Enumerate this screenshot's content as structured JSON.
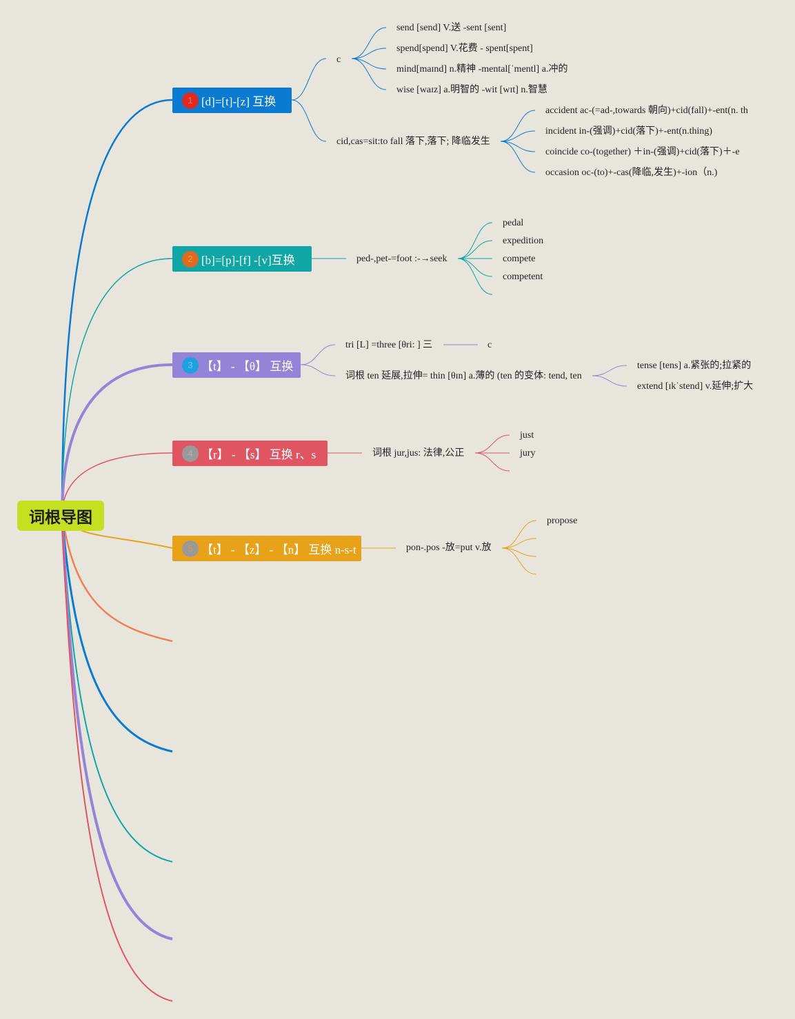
{
  "central": {
    "title": "词根导图"
  },
  "branches": [
    {
      "badge": "1",
      "label": "[d]=[t]-[z] 互换",
      "color": "#0b7ad1",
      "badge_color": "#e02a1f",
      "subtopics": [
        {
          "label": "c",
          "children": [
            "send [send] V.送 -sent [sent]",
            "spend[spend] V.花费 - spent[spent]",
            "mind[maɪnd] n.精神 -mental[ˈmentl] a.冲的",
            "wise [waɪz] a.明智的 -wit [wɪt] n.智慧"
          ]
        },
        {
          "label": "cid,cas=sit:to fall 落下,落下; 降临发生",
          "children": [
            "accident ac-(=ad-,towards 朝向)+cid(fall)+-ent(n. th",
            "incident in-(强调)+cid(落下)+-ent(n.thing)",
            "coincide co-(together) ＋in-(强调)+cid(落下)＋-e",
            "occasion oc-(to)+-cas(降临,发生)+-ion（n.)"
          ]
        }
      ]
    },
    {
      "badge": "2",
      "label": "[b]=[p]-[f] -[v]互换",
      "color": "#11a6a6",
      "badge_color": "#e0681f",
      "subtopics": [
        {
          "label": "ped-,pet-=foot :-→seek",
          "children": [
            "pedal",
            "expedition",
            "compete",
            "competent"
          ]
        }
      ]
    },
    {
      "badge": "3",
      "label": "【t】 - 【θ】 互换",
      "color": "#9484d8",
      "badge_color": "#1fa0e0",
      "subtopics": [
        {
          "label": "tri [L] =three [θri: ] 三",
          "children": [
            "c"
          ]
        },
        {
          "label": "词根 ten 延展,拉伸= thin [θɪn] a.薄的 (ten 的变体: tend, ten",
          "children": [
            "tense [tens] a.紧张的;拉紧的",
            "extend [ɪkˈstend] v.延伸;扩大"
          ]
        }
      ]
    },
    {
      "badge": "4",
      "label": "【r】 - 【s】 互换 r、s",
      "color": "#e05562",
      "badge_color": "#9a9a9a",
      "subtopics": [
        {
          "label": "词根 jur,jus: 法律,公正",
          "children": [
            "just",
            "jury"
          ]
        }
      ]
    },
    {
      "badge": "5",
      "label": "【t】 - 【z】 - 【n】 互换 n-s-t",
      "color": "#e8a21a",
      "badge_color": "#9a9a9a",
      "subtopics": [
        {
          "label": "pon-.pos -放=put v.放",
          "children": [
            "propose"
          ]
        }
      ]
    }
  ],
  "extra_branch_colors": [
    "#f08050",
    "#0b7ad1",
    "#11a6a6",
    "#9484d8",
    "#e05562"
  ]
}
